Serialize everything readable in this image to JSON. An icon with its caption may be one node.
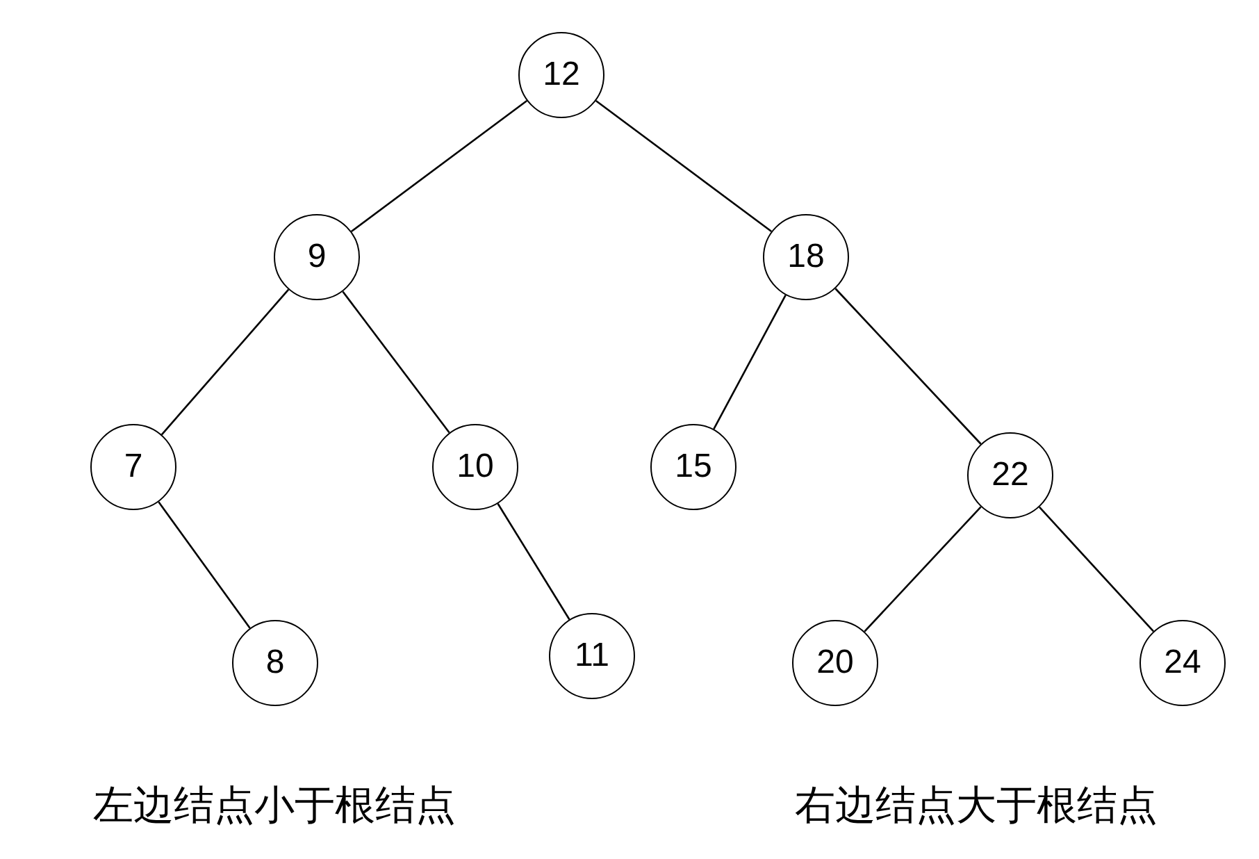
{
  "diagram": {
    "nodes": [
      {
        "text": [
          "12"
        ]
      },
      {
        "text": [
          "9"
        ]
      },
      {
        "text": [
          "18"
        ]
      },
      {
        "text": [
          "7"
        ]
      },
      {
        "text": [
          "10"
        ]
      },
      {
        "text": [
          "15"
        ]
      },
      {
        "text": [
          "22"
        ]
      },
      {
        "text": [
          "8"
        ]
      },
      {
        "text": [
          "11"
        ]
      },
      {
        "text": [
          "20"
        ]
      },
      {
        "text": [
          "24"
        ]
      }
    ],
    "edges": [
      {
        "from": 0,
        "to": 1,
        "arrow": "none"
      },
      {
        "from": 0,
        "to": 2,
        "arrow": "none"
      },
      {
        "from": 1,
        "to": 3,
        "arrow": "none"
      },
      {
        "from": 1,
        "to": 4,
        "arrow": "none"
      },
      {
        "from": 2,
        "to": 5,
        "arrow": "none"
      },
      {
        "from": 2,
        "to": 6,
        "arrow": "none"
      },
      {
        "from": 3,
        "to": 7,
        "arrow": "none"
      },
      {
        "from": 4,
        "to": 8,
        "arrow": "none"
      },
      {
        "from": 6,
        "to": 9,
        "arrow": "none"
      },
      {
        "from": 6,
        "to": 10,
        "arrow": "none"
      }
    ],
    "labels": [
      "左边结点小于根结点",
      "右边结点大于根结点"
    ]
  }
}
